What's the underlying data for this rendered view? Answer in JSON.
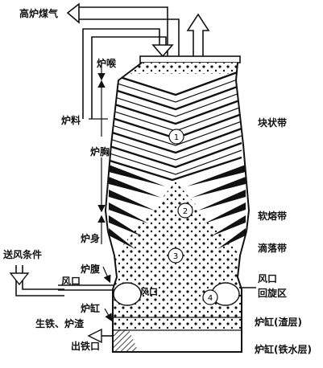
{
  "labels": {
    "top_gas": "高炉煤气",
    "throat": "炉喉",
    "charge": "炉料",
    "chest": "炉胸",
    "shaft_body": "炉身",
    "belly": "炉腹",
    "blast_conditions": "送风条件",
    "tuyere_left": "风口",
    "tuyere_inner": "风口",
    "hearth": "炉缸",
    "iron_slag": "生铁、炉渣",
    "taphole": "出铁口",
    "lumpy_zone": "块状带",
    "cohesive_zone": "软熔带",
    "dripping_zone": "滴落带",
    "tuyere_right": "风口",
    "raceway": "回旋区",
    "hearth_slag": "炉缸(渣层)",
    "hearth_iron": "炉缸(铁水层)"
  },
  "zone_markers": [
    "1",
    "2",
    "3",
    "4"
  ]
}
